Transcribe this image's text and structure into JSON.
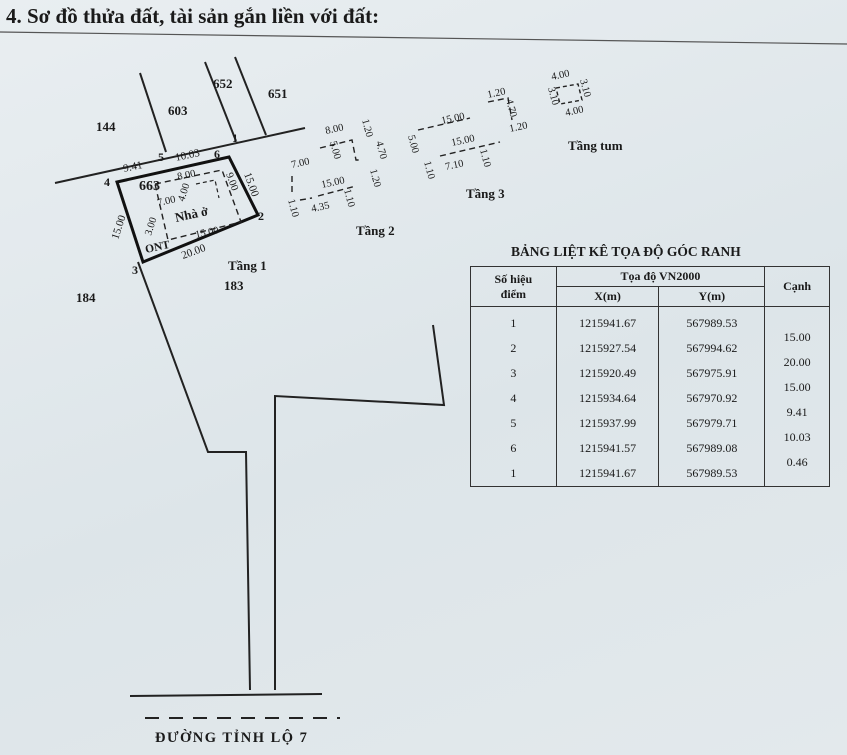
{
  "heading": "4. Sơ đồ thửa đất, tài sản gắn liền với đất:",
  "parcels": {
    "p144": "144",
    "p603": "603",
    "p652": "652",
    "p651": "651",
    "p663": "663",
    "p184": "184",
    "p183": "183"
  },
  "house": {
    "label": "Nhà ở",
    "land_type": "ONT"
  },
  "corners": {
    "c1": "1",
    "c2": "2",
    "c3": "3",
    "c4": "4",
    "c5": "5",
    "c6": "6"
  },
  "dims": {
    "d_9_41": "9.41",
    "d_10_03": "10.03",
    "d_15_00_left": "15.00",
    "d_20_00": "20.00",
    "d_15_00_right": "15.00",
    "d_8_00": "8.00",
    "d_4_00": "4.00",
    "d_7_00": "7.00",
    "d_9_00": "9.00",
    "d_15_00_inner": "15.00",
    "d_3_00": "3.00"
  },
  "floors": {
    "tang1": "Tầng 1",
    "tang2": "Tầng 2",
    "tang3": "Tầng 3",
    "tang_tum": "Tầng tum"
  },
  "floor_dims": {
    "t2": [
      "7.00",
      "8.00",
      "1.20",
      "4.70",
      "5.00",
      "1.20",
      "15.00",
      "4.35",
      "1.10",
      "1.10"
    ],
    "t3": [
      "15.00",
      "1.20",
      "4.70",
      "5.00",
      "15.00",
      "7.10",
      "1.10",
      "1.10",
      "1.20"
    ],
    "tum": [
      "4.00",
      "3.10",
      "3.10",
      "4.00"
    ]
  },
  "road": "ĐƯỜNG TỈNH LỘ 7",
  "table": {
    "title": "BẢNG LIỆT KÊ TỌA ĐỘ GÓC RANH",
    "col_point_1": "Số hiệu",
    "col_point_2": "điểm",
    "col_coord": "Tọa độ VN2000",
    "col_x": "X(m)",
    "col_y": "Y(m)",
    "col_edge": "Cạnh",
    "rows": [
      {
        "point": "1",
        "x": "1215941.67",
        "y": "567989.53"
      },
      {
        "point": "2",
        "x": "1215927.54",
        "y": "567994.62"
      },
      {
        "point": "3",
        "x": "1215920.49",
        "y": "567975.91"
      },
      {
        "point": "4",
        "x": "1215934.64",
        "y": "567970.92"
      },
      {
        "point": "5",
        "x": "1215937.99",
        "y": "567979.71"
      },
      {
        "point": "6",
        "x": "1215941.57",
        "y": "567989.08"
      },
      {
        "point": "1",
        "x": "1215941.67",
        "y": "567989.53"
      }
    ],
    "edges": [
      "15.00",
      "20.00",
      "15.00",
      "9.41",
      "10.03",
      "0.46"
    ]
  }
}
